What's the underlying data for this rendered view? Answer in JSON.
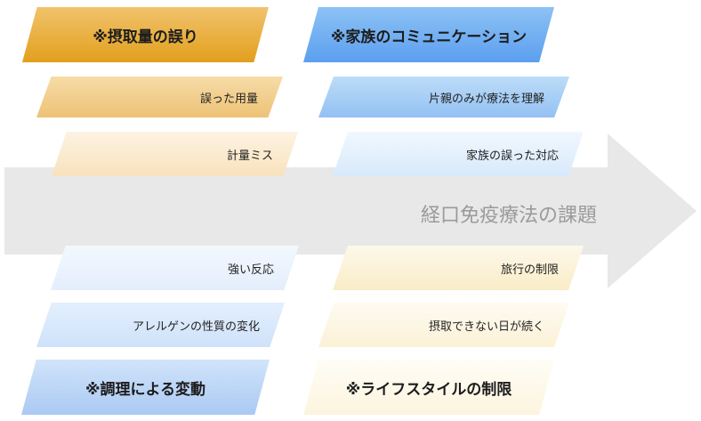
{
  "main_title": "経口免疫療法の課題",
  "categories": {
    "intake_error": {
      "title": "※摂取量の誤り",
      "causes": [
        "誤った用量",
        "計量ミス"
      ]
    },
    "family_communication": {
      "title": "※家族のコミュニケーション",
      "causes": [
        "片親のみが療法を理解",
        "家族の誤った対応"
      ]
    },
    "cooking_variation": {
      "title": "※調理による変動",
      "causes": [
        "強い反応",
        "アレルゲンの性質の変化"
      ]
    },
    "lifestyle_limits": {
      "title": "※ライフスタイルの制限",
      "causes": [
        "旅行の制限",
        "摂取できない日が続く"
      ]
    }
  },
  "colors": {
    "arrow": "#e8e8e8",
    "orange": "#e29f1c",
    "blue": "#5c9ff0",
    "light_blue": "#aac9f3",
    "cream": "#f9ecc7",
    "main_text": "#9a9a9a"
  }
}
